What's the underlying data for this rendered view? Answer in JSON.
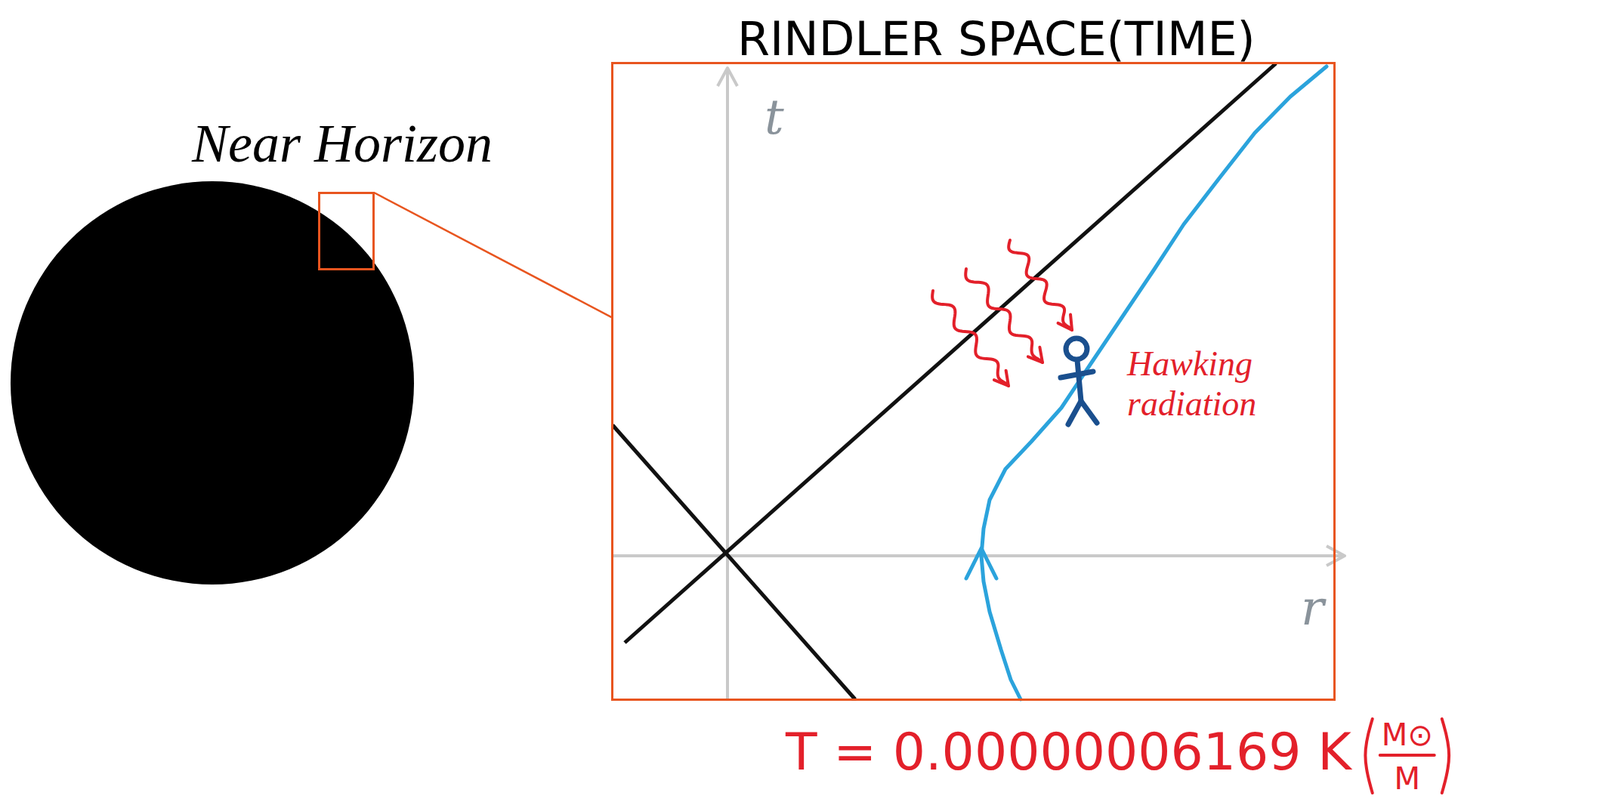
{
  "diagram": {
    "nodes": [
      {
        "text": [
          "Near Horizon"
        ]
      },
      {
        "text": [
          "RINDLER SPACE(TIME)"
        ]
      }
    ],
    "edges": [
      {
        "from": 0,
        "to": 1,
        "arrow": "none"
      }
    ],
    "labels": [
      "t",
      "r",
      "Hawking radiation",
      "T = 0.00000006169 K",
      "M⊙",
      "M"
    ]
  }
}
